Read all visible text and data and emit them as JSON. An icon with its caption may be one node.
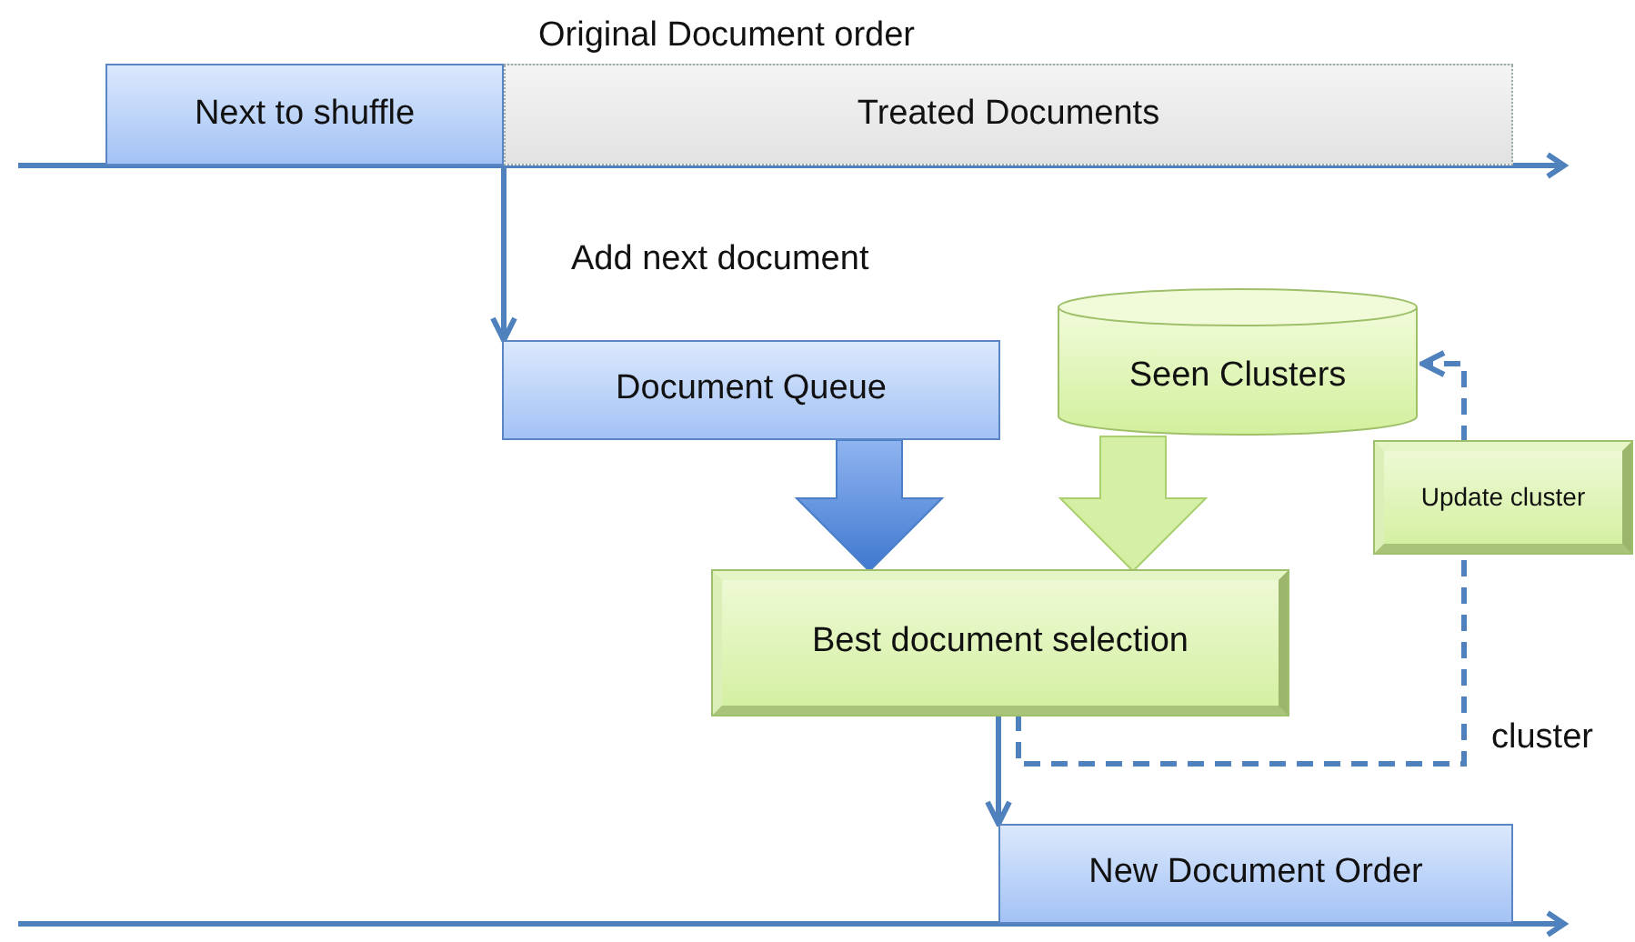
{
  "diagram": {
    "nodes": [
      {
        "text": [
          "Next to shuffle"
        ]
      },
      {
        "text": [
          "Treated Documents"
        ]
      },
      {
        "text": [
          "Document Queue"
        ]
      },
      {
        "text": [
          "Seen Clusters"
        ]
      },
      {
        "text": [
          "Update cluster"
        ]
      },
      {
        "text": [
          "Best document selection"
        ]
      },
      {
        "text": [
          "New Document Order"
        ]
      }
    ],
    "edges": [
      {
        "from": 0,
        "to": 2,
        "arrow": "to",
        "label": "Add next document"
      },
      {
        "from": 2,
        "to": 5,
        "arrow": "to",
        "style": "thick"
      },
      {
        "from": 3,
        "to": 5,
        "arrow": "to",
        "style": "thick",
        "color": "#d5f0a4"
      },
      {
        "from": 5,
        "to": 6,
        "arrow": "to"
      },
      {
        "from": 5,
        "to": 4,
        "arrow": "none",
        "style": "dashed",
        "label": "cluster"
      },
      {
        "from": 4,
        "to": 3,
        "arrow": "to",
        "style": "dashed"
      }
    ],
    "labels": [
      "Original Document order"
    ]
  }
}
